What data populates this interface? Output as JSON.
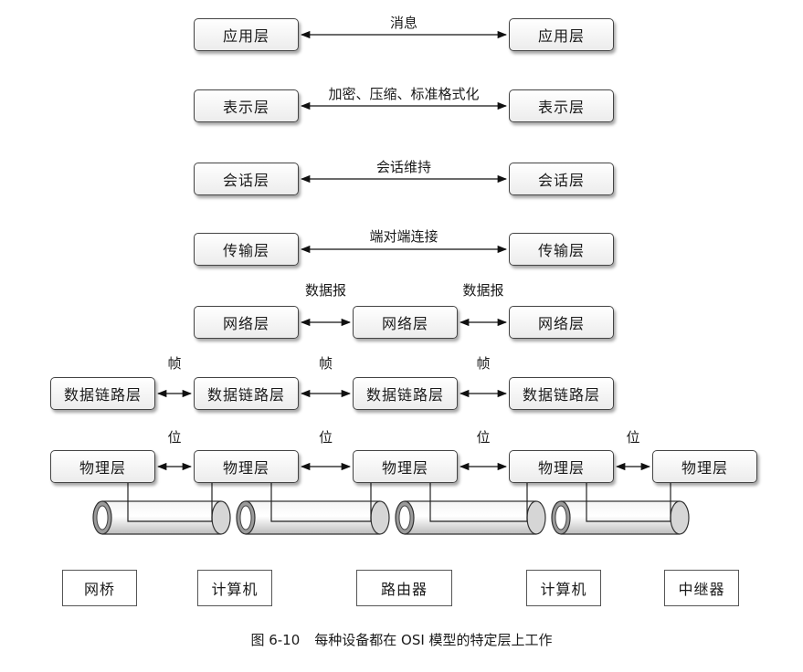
{
  "diagram": {
    "rows": [
      {
        "id": "app",
        "boxes": [
          "应用层",
          "应用层"
        ],
        "labels": [
          "消息"
        ]
      },
      {
        "id": "pres",
        "boxes": [
          "表示层",
          "表示层"
        ],
        "labels": [
          "加密、压缩、标准格式化"
        ]
      },
      {
        "id": "sess",
        "boxes": [
          "会话层",
          "会话层"
        ],
        "labels": [
          "会话维持"
        ]
      },
      {
        "id": "trans",
        "boxes": [
          "传输层",
          "传输层"
        ],
        "labels": [
          "端对端连接"
        ]
      },
      {
        "id": "net",
        "boxes": [
          "网络层",
          "网络层",
          "网络层"
        ],
        "labels": [
          "数据报",
          "数据报"
        ]
      },
      {
        "id": "dl",
        "boxes": [
          "数据链路层",
          "数据链路层",
          "数据链路层",
          "数据链路层"
        ],
        "labels": [
          "帧",
          "帧",
          "帧"
        ]
      },
      {
        "id": "phy",
        "boxes": [
          "物理层",
          "物理层",
          "物理层",
          "物理层",
          "物理层"
        ],
        "labels": [
          "位",
          "位",
          "位",
          "位"
        ]
      }
    ],
    "devices": [
      "网桥",
      "计算机",
      "路由器",
      "计算机",
      "中继器"
    ]
  },
  "caption": {
    "number": "图 6-10",
    "text": "每种设备都在 OSI 模型的特定层上工作"
  }
}
